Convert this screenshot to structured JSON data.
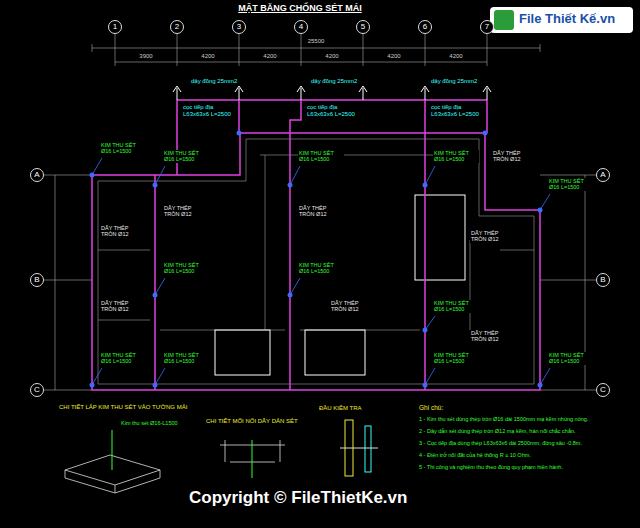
{
  "diagram": {
    "title": "MẶT BẰNG CHỐNG SÉT MÁI",
    "nodes": [
      {
        "text": [
          "1"
        ]
      },
      {
        "text": [
          "2"
        ]
      },
      {
        "text": [
          "3"
        ]
      },
      {
        "text": [
          "4"
        ]
      },
      {
        "text": [
          "5"
        ]
      },
      {
        "text": [
          "6"
        ]
      },
      {
        "text": [
          "7"
        ]
      },
      {
        "text": [
          "A"
        ]
      },
      {
        "text": [
          "B"
        ]
      },
      {
        "text": [
          "C"
        ]
      },
      {
        "text": [
          "A"
        ]
      },
      {
        "text": [
          "B"
        ]
      },
      {
        "text": [
          "C"
        ]
      }
    ],
    "labels": [
      "25500",
      "3900",
      "4200",
      "4200",
      "4200",
      "4200",
      "4200",
      "dây đồng 25mm2",
      "dây đồng 25mm2",
      "dây đồng 25mm2",
      "cọc tiếp địa L63x63x6 L=2500",
      "cọc tiếp địa L63x63x6 L=2500",
      "cọc tiếp địa L63x63x6 L=2500",
      "KIM THU SÉT Ø16 L=1500",
      "KIM THU SÉT Ø16 L=1500",
      "KIM THU SÉT Ø16 L=1500",
      "KIM THU SÉT Ø16 L=1500",
      "KIM THU SÉT Ø16 L=1500",
      "KIM THU SÉT Ø16 L=1500",
      "KIM THU SÉT Ø16 L=1500",
      "KIM THU SÉT Ø16 L=1500",
      "KIM THU SÉT Ø16 L=1500",
      "KIM THU SÉT Ø16 L=1500",
      "KIM THU SÉT Ø16 L=1500",
      "KIM THU SÉT Ø16 L=1500",
      "DÂY THÉP TRÒN Ø12",
      "DÂY THÉP TRÒN Ø12",
      "DÂY THÉP TRÒN Ø12",
      "DÂY THÉP TRÒN Ø12",
      "DÂY THÉP TRÒN Ø12",
      "DÂY THÉP TRÒN Ø12",
      "DÂY THÉP TRÒN Ø12",
      "DÂY THÉP TRÒN Ø12",
      "CHI TIẾT LẮP KIM THU SÉT VÀO TƯỜNG MÁI",
      "Kim thu sét Ø16-L1500",
      "CHI TIẾT MỐI NỐI DÂY DẪN SÉT",
      "ĐẦU KIỂM TRA",
      "Ghi chú:",
      "1 - Kim thu sét dùng thép tròn Ø16 dài 1500mm mạ kẽm nhúng nóng.",
      "2 - Dây dẫn sét dùng thép tròn Ø12 mạ kẽm, hàn nối chắc chắn.",
      "3 - Cọc tiếp địa dùng thép L63x63x6 dài 2500mm, đóng sâu -0.8m.",
      "4 - Điện trở nối đất của hệ thống R ≤ 10 Ohm.",
      "5 - Thi công và nghiệm thu theo đúng quy phạm hiện hành.",
      "Copyright © FileThietKe.vn",
      "File Thiết Kế.vn"
    ]
  }
}
